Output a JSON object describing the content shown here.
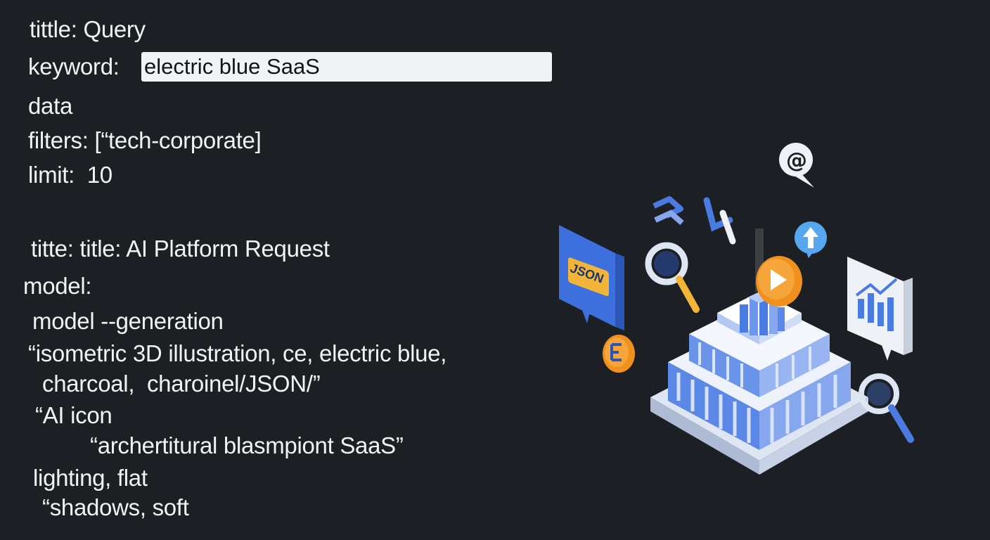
{
  "query": {
    "title_line": "tittle: Query",
    "keyword_label": "keyword:",
    "keyword_value": "electric blue SaaS",
    "data_label": "data",
    "filters_line": "filters: [“tech-corporate]",
    "limit_line": "limit:  10"
  },
  "request": {
    "title_line": "titte: title: AI Platform Request",
    "model_label": "model:",
    "lines": [
      "model --generation",
      "“isometric 3D illustration, ce, electric blue,",
      "charcoal,  charoinel/JSON/”",
      "“AI icon",
      "“archertitural blasmpiont SaaS”",
      "lighting, flat",
      "“shadows, soft"
    ]
  },
  "illustration": {
    "json_badge": "JSON",
    "colors": {
      "electric_blue": "#4a7be0",
      "light_blue": "#8fb0f5",
      "orange": "#f0901e",
      "yellow": "#f2b53a",
      "charcoal": "#1c1f23",
      "white": "#eef1f6"
    },
    "icons": [
      "json-chat-bubble-icon",
      "magnifier-icon",
      "upload-arrow-icon",
      "play-icon",
      "chart-card-icon",
      "at-sign-bubble-icon",
      "chevron-icon",
      "document-icon"
    ]
  }
}
